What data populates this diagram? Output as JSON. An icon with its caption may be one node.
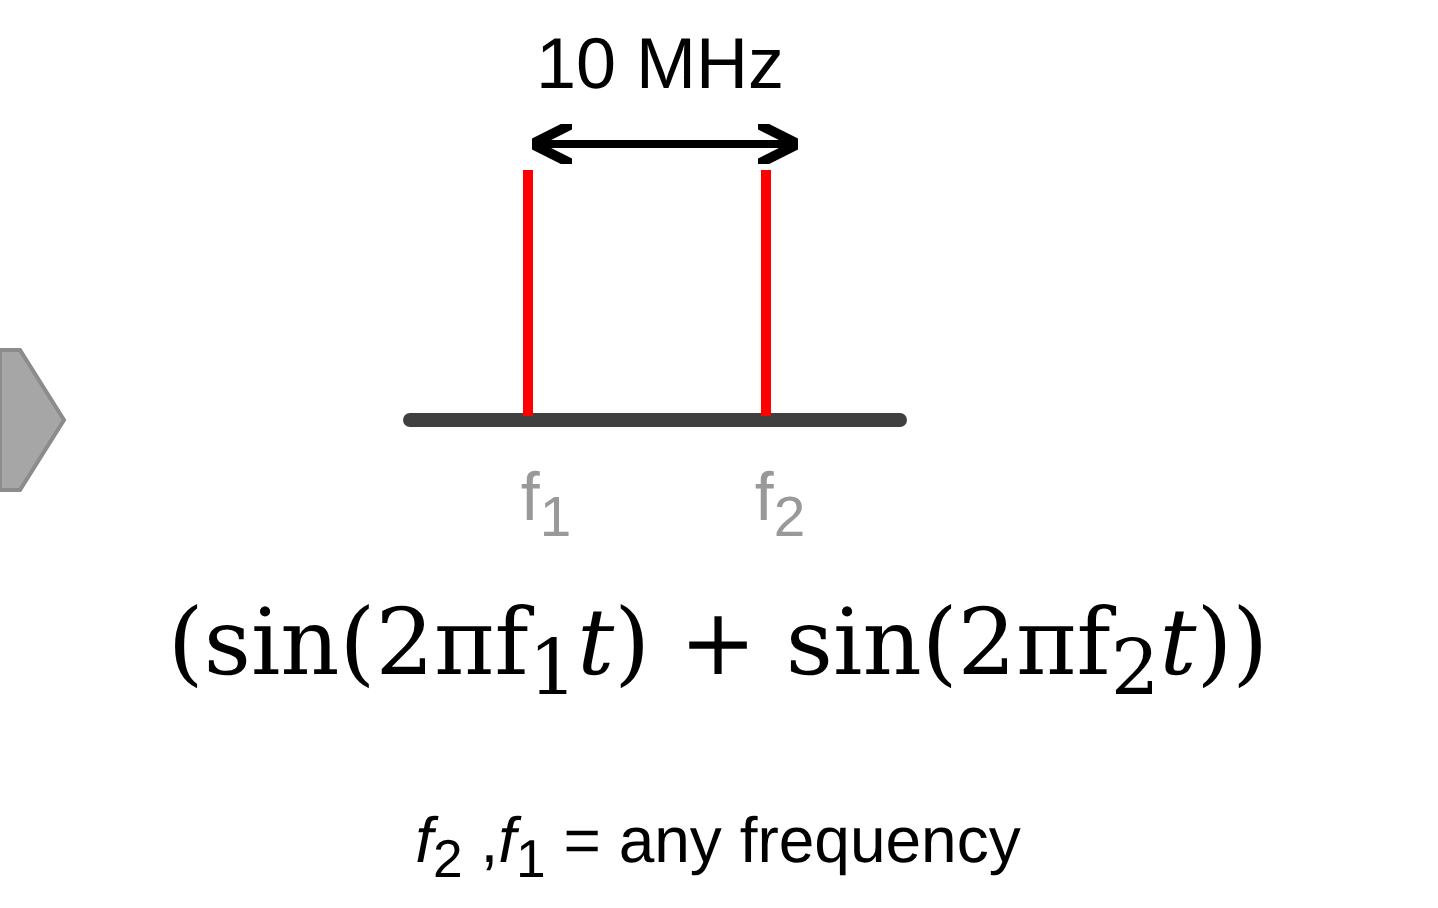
{
  "diagram": {
    "labels": [
      "10 MHz",
      "f$_{1}$",
      "f$_{2}$",
      "(sin(2πf$_{1}$*t*) + sin(2πf$_{2}$*t*))",
      "*f*$_{2}$ ,*f*$_{1}$ = any frequency"
    ]
  }
}
